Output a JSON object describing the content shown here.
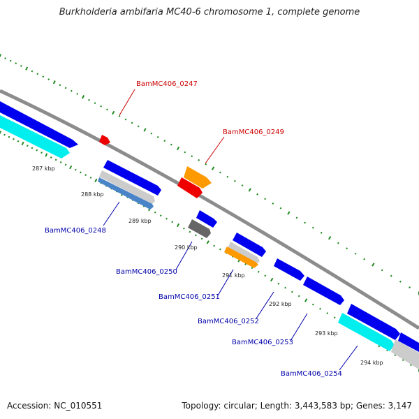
{
  "title": "Burkholderia ambifaria MC40-6 chromosome 1, complete genome",
  "accession_text": "Accession: NC_010551",
  "topology_text": "Topology: circular; Length: 3,443,583 bp; Genes: 3,147",
  "colors": {
    "backbone": "#8c8c8c",
    "tick_dots": "#1f8a1f",
    "label_red": "#cc0000",
    "label_blue": "#0000aa",
    "gene_blue": "#0000ee",
    "gene_cyan": "#00ffff",
    "gene_red": "#ee0000",
    "gene_orange": "#ff9900",
    "gene_gray": "#cccccc",
    "gene_darkgray": "#666666",
    "gene_steel": "#4a84c8"
  },
  "scale_labels": [
    "287 kbp",
    "288 kbp",
    "289 kbp",
    "290 kbp",
    "291 kbp",
    "292 kbp",
    "293 kbp",
    "294 kbp"
  ],
  "gene_labels": [
    {
      "text": "BamMC406_0247",
      "color": "red"
    },
    {
      "text": "BamMC406_0248",
      "color": "blue"
    },
    {
      "text": "BamMC406_0249",
      "color": "red"
    },
    {
      "text": "BamMC406_0250",
      "color": "blue"
    },
    {
      "text": "BamMC406_0251",
      "color": "blue"
    },
    {
      "text": "BamMC406_0252",
      "color": "blue"
    },
    {
      "text": "BamMC406_0253",
      "color": "blue"
    },
    {
      "text": "BamMC406_0254",
      "color": "blue"
    }
  ]
}
